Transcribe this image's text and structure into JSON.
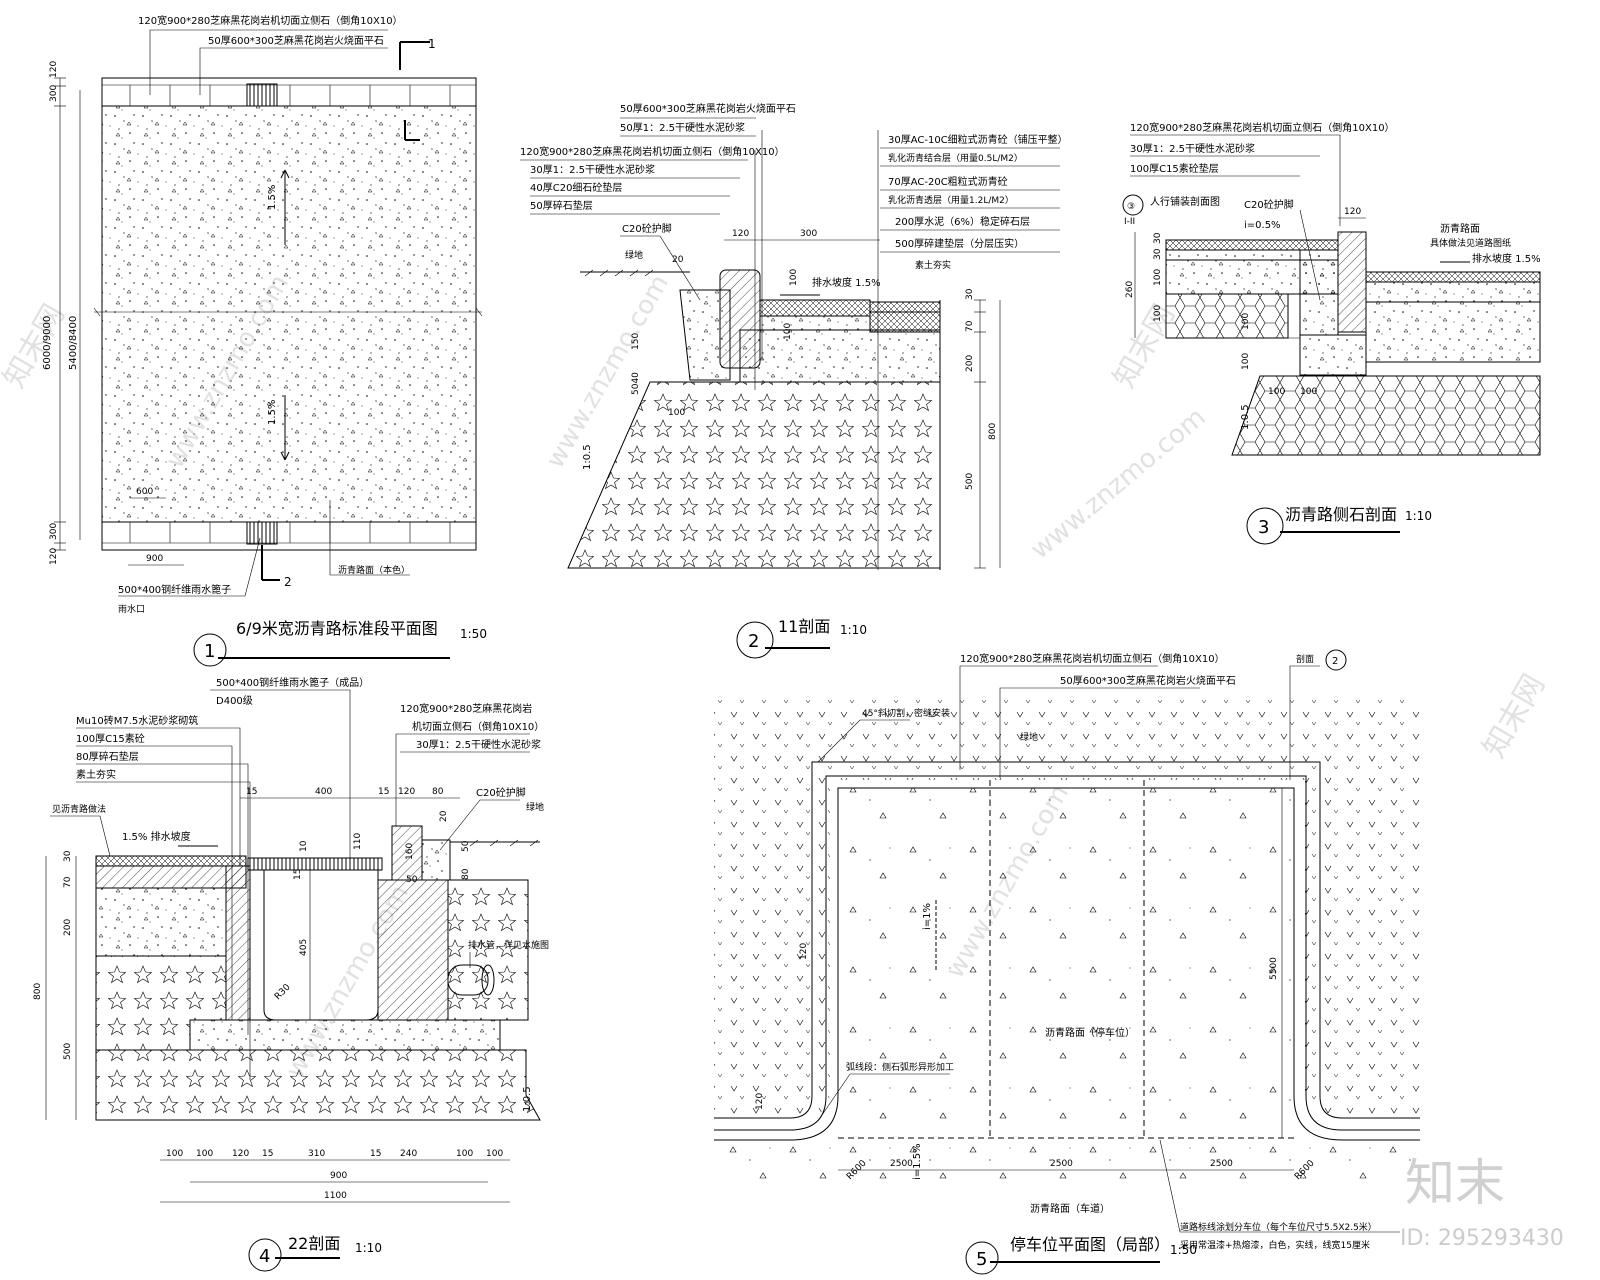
{
  "watermark": {
    "site": "www.znzmo.com",
    "brand_cn": "知末网",
    "logo": "知末",
    "id": "ID: 295293430"
  },
  "d1": {
    "num": "1",
    "title": "6/9米宽沥青路标准段平面图",
    "scale": "1:50",
    "lbl_curb": "120宽900*280芝麻黑花岗岩机切面立侧石（倒角10X10）",
    "lbl_paver": "50厚600*300芝麻黑花岗岩火烧面平石",
    "lbl_grate": "500*400钢纤维雨水篦子",
    "lbl_inlet": "雨水口",
    "lbl_surface": "沥青路面（本色）",
    "sec1": "1",
    "sec2": "2",
    "slope": "1.5%",
    "dims": {
      "top_w": "120",
      "top_p": "300",
      "bot_p": "300",
      "bot_w": "120",
      "d900": "900",
      "d600": "600",
      "len1": "6000/9000",
      "len2": "5400/8400"
    }
  },
  "d2": {
    "num": "2",
    "title": "11剖面",
    "scale": "1:10",
    "lbl_left": [
      "50厚600*300芝麻黑花岗岩火烧面平石",
      "50厚1：2.5干硬性水泥砂浆",
      "120宽900*280芝麻黑花岗岩机切面立侧石（倒角10X10）",
      "30厚1：2.5干硬性水泥砂浆",
      "40厚C20细石砼垫层",
      "50厚碎石垫层",
      "C20砼护脚",
      "绿地"
    ],
    "lbl_right": [
      "30厚AC-10C细粒式沥青砼（铺压平整）",
      "乳化沥青结合层（用量0.5L/M2）",
      "70厚AC-20C粗粒式沥青砼",
      "乳化沥青透层（用量1.2L/M2）",
      "200厚水泥（6%）稳定碎石层",
      "500厚碎建垫层（分层压实）",
      "素土夯实"
    ],
    "drain": "排水坡度 1.5%",
    "slope": "1:0.5",
    "dims": {
      "d120": "120",
      "d300": "300",
      "d20": "20",
      "d100": "100",
      "d30": "30",
      "d70": "70",
      "d200": "200",
      "d500": "500",
      "d800": "800",
      "d150": "150",
      "d5040": "5040",
      "d100b": "100",
      "d100c": "100"
    }
  },
  "d3": {
    "num": "3",
    "title": "沥青路侧石剖面",
    "scale": "1:10",
    "lbl_top": [
      "120宽900*280芝麻黑花岗岩机切面立侧石（倒角10X10）",
      "30厚1：2.5干硬性水泥砂浆",
      "100厚C15素砼垫层"
    ],
    "lbl_walk": "人行铺装剖面图",
    "lbl_c20": "C20砼护脚",
    "lbl_i": "i=0.5%",
    "lbl_asph": "沥青路面",
    "lbl_asph2": "具体做法见道路图纸",
    "drain": "排水坡度 1.5%",
    "ref": "③",
    "ref2": "I-II",
    "slope": "1:0.5",
    "dims": {
      "d120": "120",
      "d30": "30",
      "d30b": "30",
      "d100": "100",
      "d100b": "100",
      "d260": "260",
      "d100c": "100",
      "d100d": "100",
      "d100e": "100",
      "d100f": "100"
    }
  },
  "d4": {
    "num": "4",
    "title": "22剖面",
    "scale": "1:10",
    "lbl_left": [
      "500*400钢纤维雨水篦子（成品）",
      "D400级",
      "Mu10砖M7.5水泥砂浆砌筑",
      "100厚C15素砼",
      "80厚碎石垫层",
      "素土夯实",
      "见沥青路做法"
    ],
    "lbl_right": [
      "120宽900*280芝麻黑花岗岩",
      "机切面立侧石（倒角10X10）",
      "30厚1：2.5干硬性水泥砂浆",
      "C20砼护脚",
      "绿地",
      "排水管，详见水施图"
    ],
    "drain": "1.5%  排水坡度",
    "slope": "1:0.5",
    "dims": {
      "d15a": "15",
      "d400": "400",
      "d15b": "15",
      "d120": "120",
      "d80": "80",
      "d20": "20",
      "d30": "30",
      "d70": "70",
      "d200": "200",
      "d800": "800",
      "d500": "500",
      "d110": "110",
      "d10": "10",
      "d15c": "15",
      "d50": "50",
      "d405": "405",
      "r30": "R30",
      "d160": "160",
      "d80b": "80",
      "d50b": "50",
      "bottom": [
        "100",
        "100",
        "120",
        "15",
        "310",
        "15",
        "240",
        "100",
        "100"
      ],
      "d900": "900",
      "d1100": "1100"
    }
  },
  "d5": {
    "num": "5",
    "title": "停车位平面图（局部）",
    "scale": "1:50",
    "lbl_curb": "120宽900*280芝麻黑花岗岩机切面立侧石（倒角10X10）",
    "lbl_paver": "50厚600*300芝麻黑花岗岩火烧面平石",
    "lbl_45": "45°斜切割，密缝安装",
    "lbl_green": "绿地",
    "lbl_section": "剖面",
    "lbl_section_ref": "2",
    "lbl_i1": "i=1%",
    "lbl_park": "沥青路面（停车位）",
    "lbl_road": "沥青路面（车道）",
    "lbl_curve": "弧线段：侧石弧形异形加工",
    "lbl_stall1": "道路标线涂划分车位（每个车位尺寸5.5X2.5米）",
    "lbl_stall2": "采用常温漆+热熔漆，白色，实线，线宽15厘米",
    "lbl_i2": "i=1.5%",
    "dims": {
      "d120a": "120",
      "d120b": "120",
      "d5500": "5500",
      "d2500a": "2500",
      "d2500b": "2500",
      "d2500c": "2500",
      "r600a": "R600",
      "r600b": "R600"
    }
  }
}
